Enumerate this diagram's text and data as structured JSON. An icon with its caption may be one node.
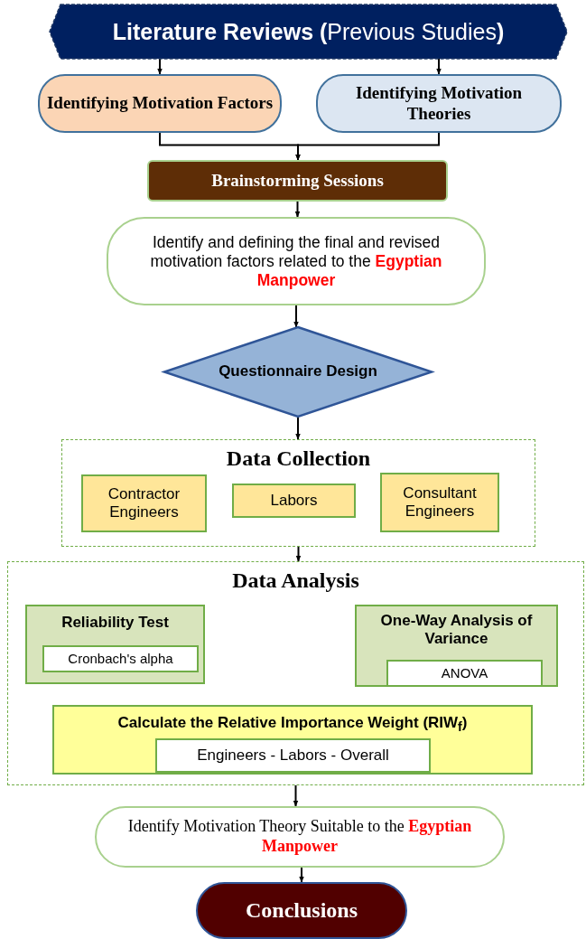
{
  "diagram": {
    "nodes": [
      {
        "text": [
          "**Literature Reviews (**Previous Studies**)**"
        ]
      },
      {
        "text": [
          "Identifying Motivation Factors"
        ]
      },
      {
        "text": [
          "Identifying Motivation Theories"
        ]
      },
      {
        "text": [
          "Brainstorming Sessions"
        ]
      },
      {
        "text": [
          "Identify and defining the final and revised motivation factors related to the **Egyptian Manpower**"
        ]
      },
      {
        "text": [
          "Questionnaire Design"
        ]
      },
      {
        "text": [
          "Data Collection"
        ]
      },
      {
        "text": [
          "Contractor Engineers"
        ],
        "in": 6
      },
      {
        "text": [
          "Labors"
        ],
        "in": 6
      },
      {
        "text": [
          "Consultant Engineers"
        ],
        "in": 6
      },
      {
        "text": [
          "Data Analysis"
        ]
      },
      {
        "text": [
          "Reliability Test"
        ],
        "in": 10
      },
      {
        "text": [
          "Cronbach's alpha"
        ],
        "in": 11
      },
      {
        "text": [
          "One-Way Analysis of Variance"
        ],
        "in": 10
      },
      {
        "text": [
          "ANOVA"
        ],
        "in": 13
      },
      {
        "text": [
          "Calculate the Relative Importance Weight (RIW$_{f}$)"
        ],
        "in": 10
      },
      {
        "text": [
          "Engineers - Labors - Overall"
        ],
        "in": 15
      },
      {
        "text": [
          "Identify Motivation Theory Suitable to the **Egyptian Manpower**"
        ]
      },
      {
        "text": [
          "Conclusions"
        ]
      }
    ],
    "edges": [
      {
        "from": 0,
        "to": 1,
        "arrow": "to"
      },
      {
        "from": 0,
        "to": 2,
        "arrow": "to"
      },
      {
        "from": 1,
        "to": 3,
        "arrow": "to"
      },
      {
        "from": 2,
        "to": 3,
        "arrow": "to"
      },
      {
        "from": 3,
        "to": 4,
        "arrow": "to"
      },
      {
        "from": 4,
        "to": 5,
        "arrow": "to"
      },
      {
        "from": 5,
        "to": 6,
        "arrow": "to"
      },
      {
        "from": 6,
        "to": 10,
        "arrow": "to"
      },
      {
        "from": 10,
        "to": 17,
        "arrow": "to"
      },
      {
        "from": 17,
        "to": 18,
        "arrow": "to"
      }
    ]
  }
}
